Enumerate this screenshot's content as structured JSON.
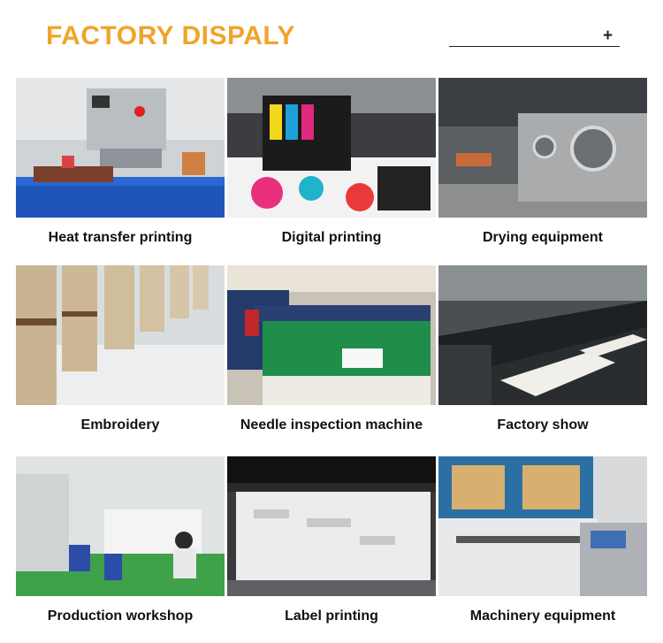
{
  "header": {
    "title": "FACTORY DISPALY",
    "plus": "+"
  },
  "items": [
    {
      "caption": "Heat transfer printing",
      "photo": "heat-press-machine"
    },
    {
      "caption": "Digital printing",
      "photo": "digital-printer"
    },
    {
      "caption": "Drying equipment",
      "photo": "industrial-dryers"
    },
    {
      "caption": "Embroidery",
      "photo": "embroidery-heads"
    },
    {
      "caption": "Needle inspection machine",
      "photo": "needle-detector"
    },
    {
      "caption": "Factory show",
      "photo": "print-tables"
    },
    {
      "caption": "Production workshop",
      "photo": "sewing-line"
    },
    {
      "caption": "Label printing",
      "photo": "label-plotter"
    },
    {
      "caption": "Machinery equipment",
      "photo": "laser-cutter"
    }
  ]
}
